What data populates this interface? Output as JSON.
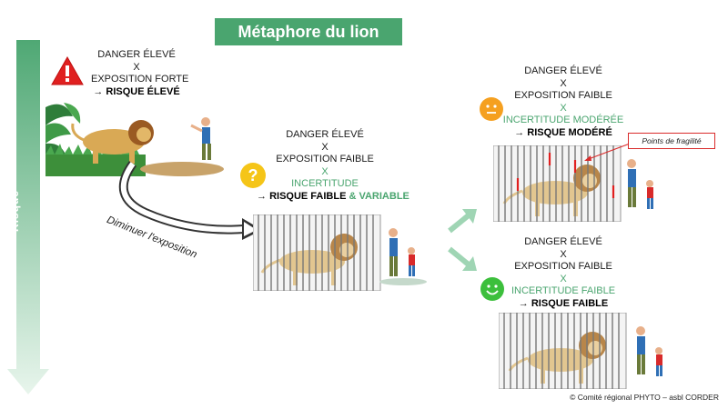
{
  "title": "Métaphore du lion",
  "axis_label": "Risque",
  "arrow_label": "Diminuer l'exposition",
  "callout": "Points de fragilité",
  "copyright": "© Comité régional PHYTO – asbl CORDER",
  "scenarios": {
    "high": {
      "line1": "DANGER ÉLEVÉ",
      "line2": "X",
      "line3": "EXPOSITION FORTE",
      "result_arrow": "→",
      "result": "RISQUE ÉLEVÉ"
    },
    "middle": {
      "line1": "DANGER ÉLEVÉ",
      "line2": "X",
      "line3": "EXPOSITION FAIBLE",
      "line4": "X",
      "line5": "INCERTITUDE",
      "result_arrow": "→",
      "result": "RISQUE FAIBLE",
      "result_suffix": "& VARIABLE"
    },
    "moderate": {
      "line1": "DANGER ÉLEVÉ",
      "line2": "X",
      "line3": "EXPOSITION FAIBLE",
      "line4": "X",
      "line5": "INCERTITUDE MODÉRÉE",
      "result_arrow": "→",
      "result": "RISQUE MODÉRÉ"
    },
    "low": {
      "line1": "DANGER ÉLEVÉ",
      "line2": "X",
      "line3": "EXPOSITION FAIBLE",
      "line4": "X",
      "line5": "INCERTITUDE FAIBLE",
      "result_arrow": "→",
      "result": "RISQUE FAIBLE"
    }
  },
  "icons": {
    "warning": "warning-triangle-icon",
    "question": "question-mark-icon",
    "neutral_face": "neutral-face-icon",
    "smile_face": "smiling-face-icon"
  },
  "colors": {
    "green": "#4aa56f",
    "light_green": "#9fd5b4",
    "red": "#e02020",
    "yellow": "#f5c518",
    "orange": "#f5a020",
    "smile_green": "#3cbf3c"
  }
}
